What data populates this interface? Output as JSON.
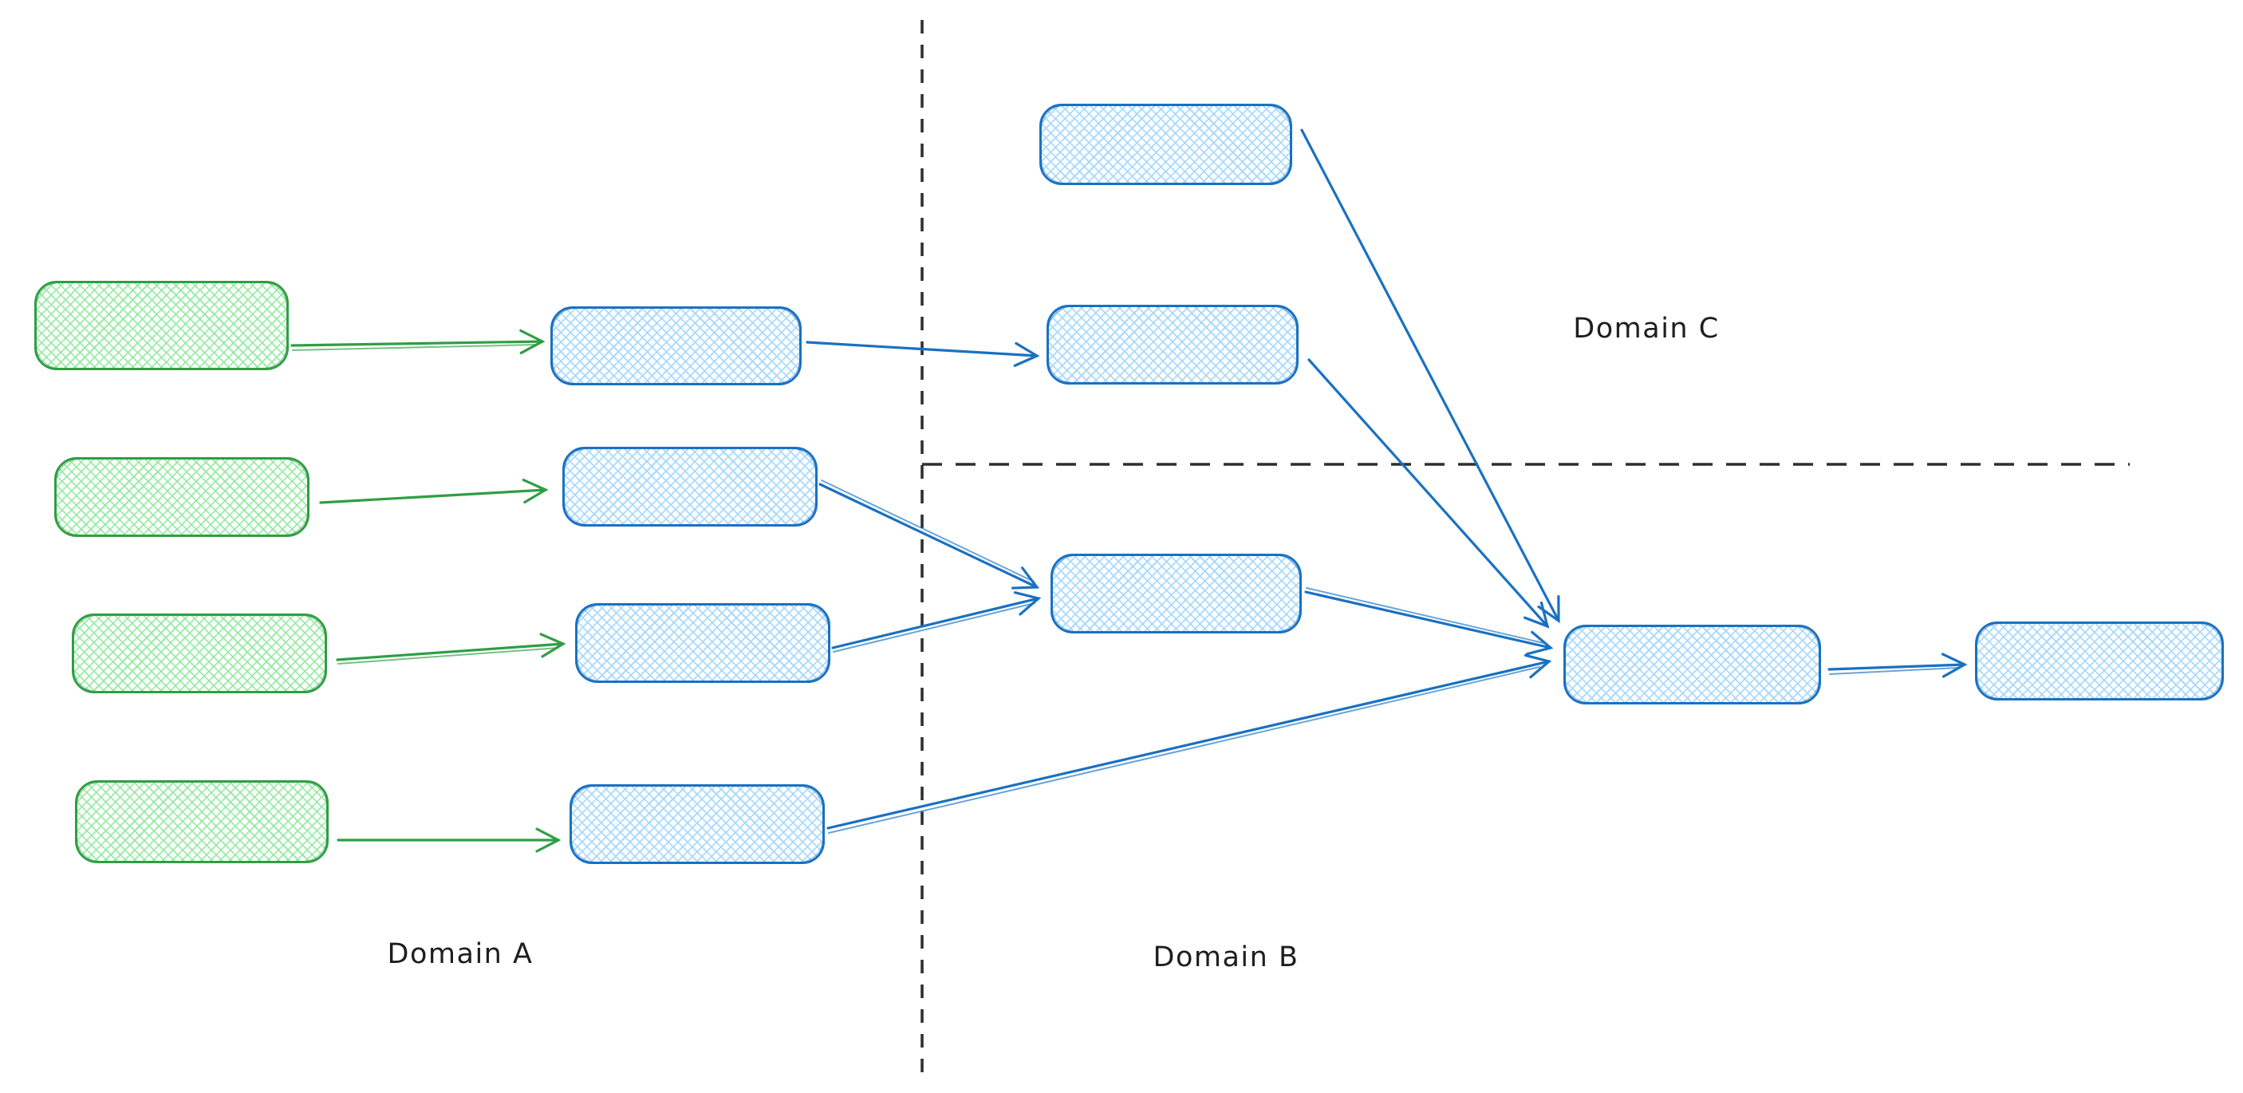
{
  "diagram": {
    "labels": {
      "domain_a": "Domain A",
      "domain_b": "Domain B",
      "domain_c": "Domain C"
    },
    "colors": {
      "green_stroke": "#2f9e44",
      "green_fill": "#b2f2bb",
      "blue_stroke": "#1971c2",
      "blue_fill": "#a5d8ff",
      "divider": "#2d2f31",
      "label_text": "#1e1e1e",
      "background": "#ffffff"
    },
    "nodes": [
      {
        "id": "a-source-1",
        "domain": "A",
        "color": "green",
        "label": ""
      },
      {
        "id": "a-source-2",
        "domain": "A",
        "color": "green",
        "label": ""
      },
      {
        "id": "a-source-3",
        "domain": "A",
        "color": "green",
        "label": ""
      },
      {
        "id": "a-source-4",
        "domain": "A",
        "color": "green",
        "label": ""
      },
      {
        "id": "a-process-1",
        "domain": "A",
        "color": "blue",
        "label": ""
      },
      {
        "id": "a-process-2",
        "domain": "A",
        "color": "blue",
        "label": ""
      },
      {
        "id": "a-process-3",
        "domain": "A",
        "color": "blue",
        "label": ""
      },
      {
        "id": "a-process-4",
        "domain": "A",
        "color": "blue",
        "label": ""
      },
      {
        "id": "c-box-1",
        "domain": "C",
        "color": "blue",
        "label": ""
      },
      {
        "id": "c-box-2",
        "domain": "C",
        "color": "blue",
        "label": ""
      },
      {
        "id": "b-box-1",
        "domain": "B",
        "color": "blue",
        "label": ""
      },
      {
        "id": "b-hub",
        "domain": "B",
        "color": "blue",
        "label": ""
      },
      {
        "id": "b-output",
        "domain": "B",
        "color": "blue",
        "label": ""
      }
    ],
    "edges": [
      {
        "from": "a-source-1",
        "to": "a-process-1",
        "color": "green"
      },
      {
        "from": "a-source-2",
        "to": "a-process-2",
        "color": "green"
      },
      {
        "from": "a-source-3",
        "to": "a-process-3",
        "color": "green"
      },
      {
        "from": "a-source-4",
        "to": "a-process-4",
        "color": "green"
      },
      {
        "from": "a-process-1",
        "to": "c-box-2",
        "color": "blue"
      },
      {
        "from": "a-process-2",
        "to": "b-box-1",
        "color": "blue"
      },
      {
        "from": "a-process-3",
        "to": "b-box-1",
        "color": "blue"
      },
      {
        "from": "a-process-4",
        "to": "b-hub",
        "color": "blue"
      },
      {
        "from": "c-box-1",
        "to": "b-hub",
        "color": "blue"
      },
      {
        "from": "c-box-2",
        "to": "b-hub",
        "color": "blue"
      },
      {
        "from": "b-box-1",
        "to": "b-hub",
        "color": "blue"
      },
      {
        "from": "b-hub",
        "to": "b-output",
        "color": "blue"
      }
    ]
  }
}
